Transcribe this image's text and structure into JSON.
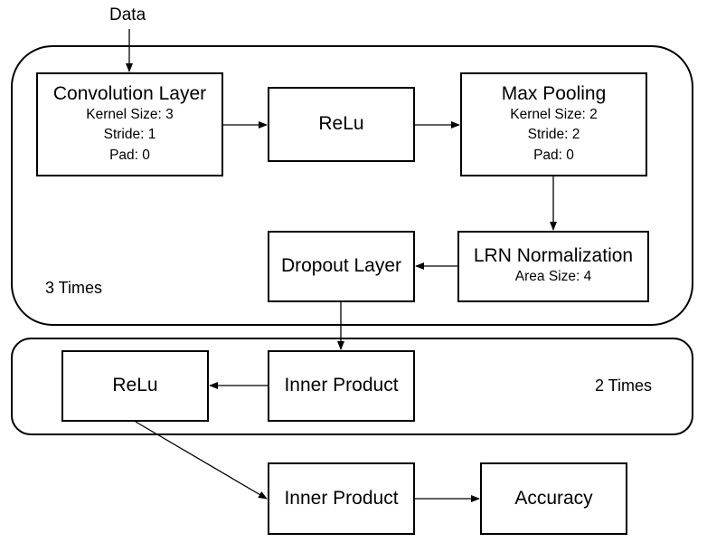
{
  "input_label": "Data",
  "groups": {
    "conv_block": {
      "repeat_label": "3 Times"
    },
    "fc_block": {
      "repeat_label": "2 Times"
    }
  },
  "nodes": {
    "conv": {
      "title": "Convolution Layer",
      "params": [
        "Kernel Size: 3",
        "Stride: 1",
        "Pad: 0"
      ]
    },
    "relu1": {
      "title": "ReLu"
    },
    "maxpool": {
      "title": "Max Pooling",
      "params": [
        "Kernel Size: 2",
        "Stride: 2",
        "Pad: 0"
      ]
    },
    "lrn": {
      "title": "LRN Normalization",
      "params": [
        "Area Size: 4"
      ]
    },
    "dropout": {
      "title": "Dropout Layer"
    },
    "inner1": {
      "title": "Inner Product"
    },
    "relu2": {
      "title": "ReLu"
    },
    "inner2": {
      "title": "Inner Product"
    },
    "accuracy": {
      "title": "Accuracy"
    }
  },
  "edges": [
    {
      "from": "input",
      "to": "conv"
    },
    {
      "from": "conv",
      "to": "relu1"
    },
    {
      "from": "relu1",
      "to": "maxpool"
    },
    {
      "from": "maxpool",
      "to": "lrn"
    },
    {
      "from": "lrn",
      "to": "dropout"
    },
    {
      "from": "dropout",
      "to": "inner1"
    },
    {
      "from": "inner1",
      "to": "relu2"
    },
    {
      "from": "relu2",
      "to": "inner2"
    },
    {
      "from": "inner2",
      "to": "accuracy"
    }
  ]
}
